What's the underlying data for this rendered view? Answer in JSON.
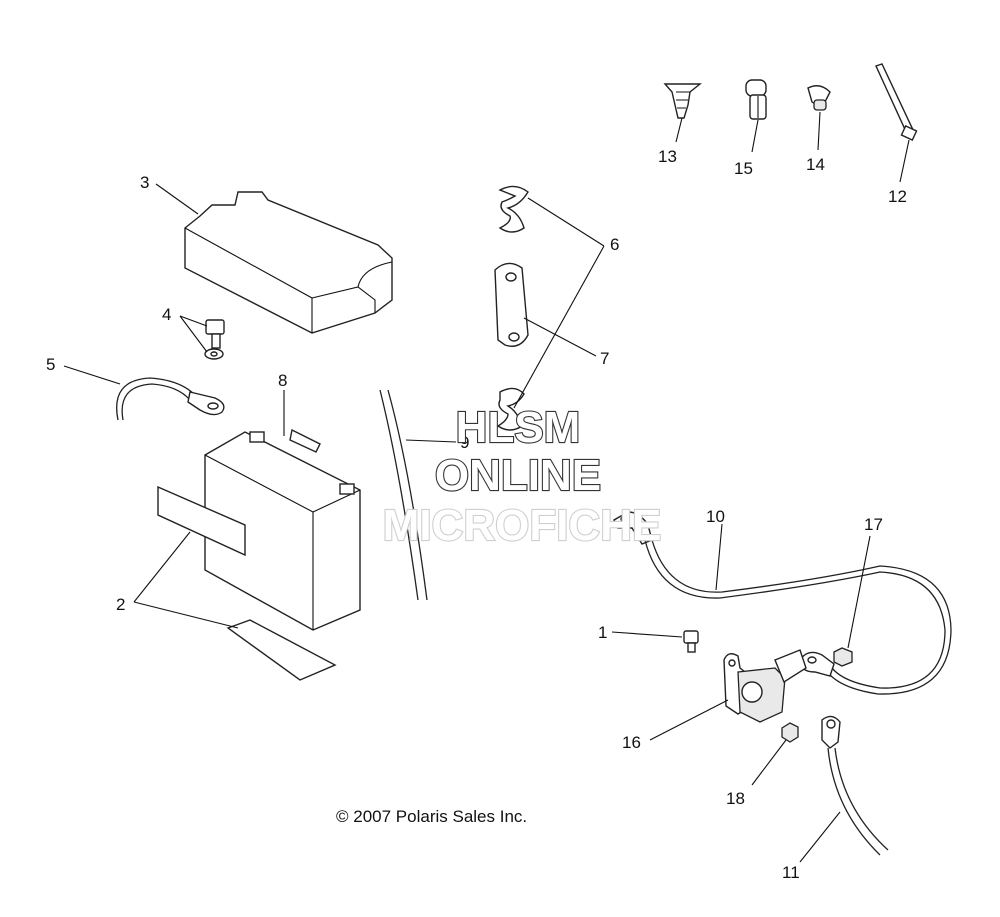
{
  "callouts": [
    {
      "id": "1",
      "label": "1"
    },
    {
      "id": "2",
      "label": "2"
    },
    {
      "id": "3",
      "label": "3"
    },
    {
      "id": "4",
      "label": "4"
    },
    {
      "id": "5",
      "label": "5"
    },
    {
      "id": "6",
      "label": "6"
    },
    {
      "id": "7",
      "label": "7"
    },
    {
      "id": "8",
      "label": "8"
    },
    {
      "id": "9",
      "label": "9"
    },
    {
      "id": "10",
      "label": "10"
    },
    {
      "id": "11",
      "label": "11"
    },
    {
      "id": "12",
      "label": "12"
    },
    {
      "id": "13",
      "label": "13"
    },
    {
      "id": "14",
      "label": "14"
    },
    {
      "id": "15",
      "label": "15"
    },
    {
      "id": "16",
      "label": "16"
    },
    {
      "id": "17",
      "label": "17"
    },
    {
      "id": "18",
      "label": "18"
    }
  ],
  "watermark": {
    "line1": "HLSM",
    "line2": "ONLINE",
    "line3": "MICROFICHE"
  },
  "copyright": "© 2007 Polaris Sales Inc.",
  "colors": {
    "line": "#222222",
    "watermark_dark": "#333333",
    "watermark_light": "#cfcfcf",
    "background": "#ffffff"
  }
}
